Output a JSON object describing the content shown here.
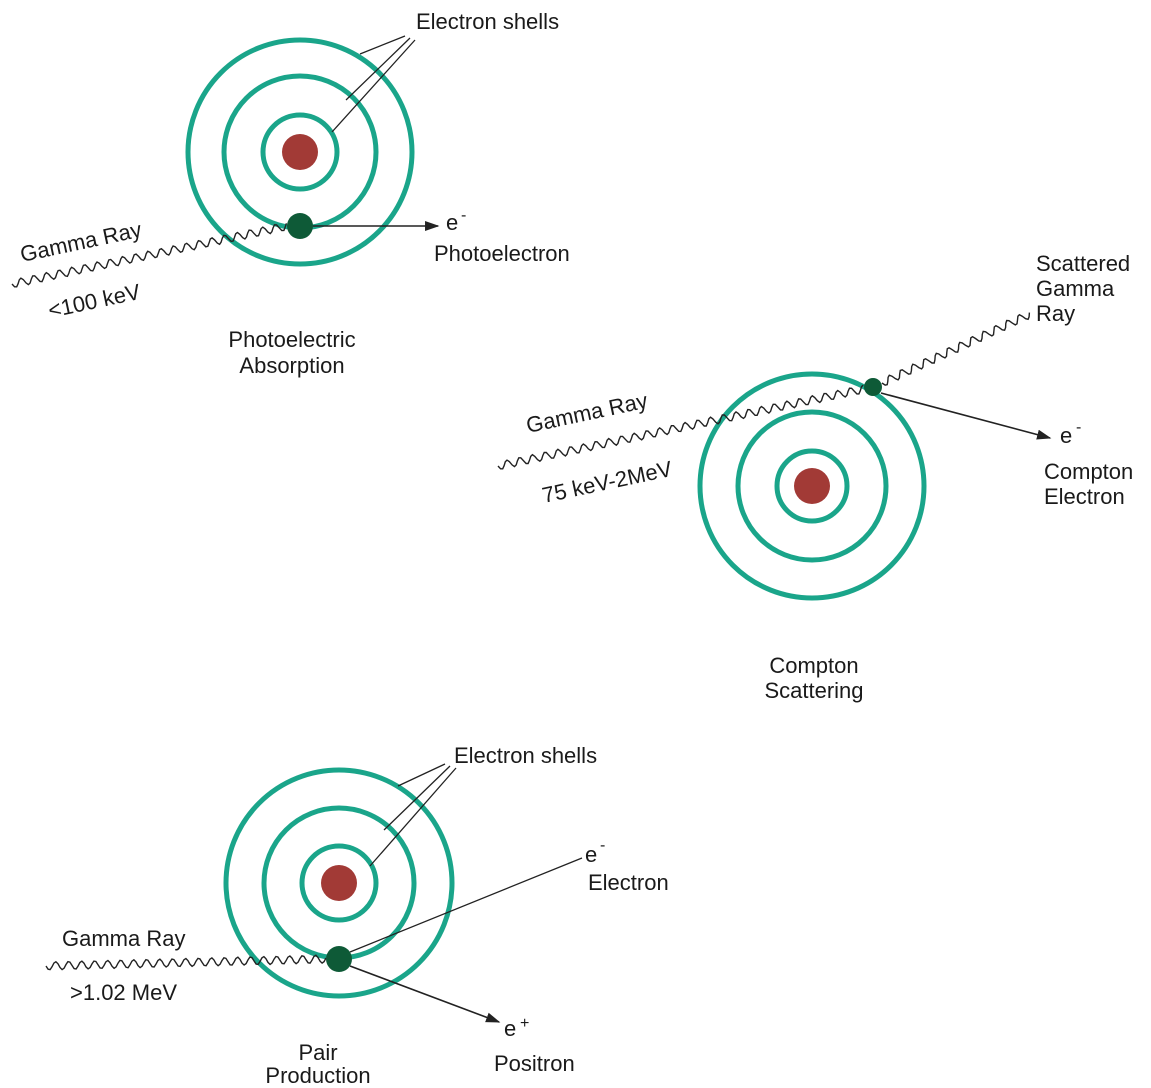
{
  "colors": {
    "shell": "#1aa58a",
    "nucleus": "#a23a36",
    "electron": "#0e5a37",
    "line": "#222222"
  },
  "photoelectric": {
    "shells_label": "Electron shells",
    "gamma_label": "Gamma Ray",
    "energy_label": "<100 keV",
    "particle_symbol": "e",
    "particle_charge": "-",
    "particle_label": "Photoelectron",
    "caption_line1": "Photoelectric",
    "caption_line2": "Absorption"
  },
  "compton": {
    "scattered_line1": "Scattered",
    "scattered_line2": "Gamma",
    "scattered_line3": "Ray",
    "gamma_label": "Gamma Ray",
    "energy_label": "75 keV-2MeV",
    "particle_symbol": "e",
    "particle_charge": "-",
    "particle_line1": "Compton",
    "particle_line2": "Electron",
    "caption_line1": "Compton",
    "caption_line2": "Scattering"
  },
  "pair": {
    "shells_label": "Electron shells",
    "electron_symbol": "e",
    "electron_charge": "-",
    "electron_label": "Electron",
    "gamma_label": "Gamma Ray",
    "energy_label": ">1.02 MeV",
    "positron_symbol": "e",
    "positron_charge": "+",
    "positron_label": "Positron",
    "caption_line1": "Pair",
    "caption_line2": "Production"
  }
}
